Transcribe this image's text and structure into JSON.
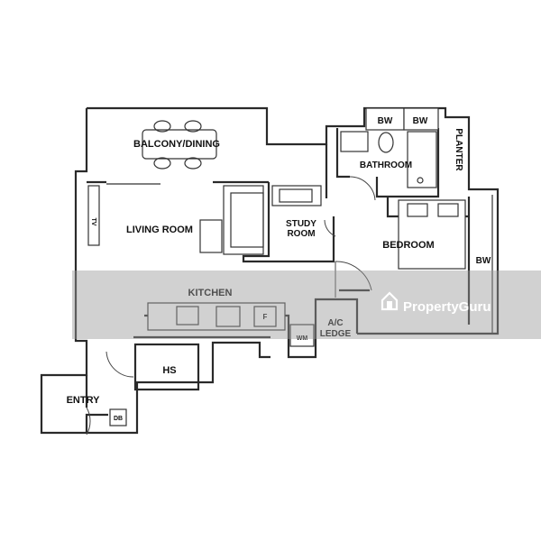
{
  "rooms": {
    "balcony": "BALCONY/DINING",
    "living": "LIVING ROOM",
    "study_line1": "STUDY",
    "study_line2": "ROOM",
    "kitchen": "KITCHEN",
    "bathroom": "BATHROOM",
    "bedroom": "BEDROOM",
    "planter": "PLANTER",
    "bw_1": "BW",
    "bw_2": "BW",
    "bw_3": "BW",
    "ac_line1": "A/C",
    "ac_line2": "LEDGE",
    "hs": "HS",
    "entry": "ENTRY"
  },
  "fixtures": {
    "tv": "TV",
    "fridge": "F",
    "washer": "WM",
    "db": "DB"
  },
  "watermark": {
    "brand": "PropertyGuru"
  },
  "colors": {
    "wall": "#2a2a2a",
    "watermark_band": "#9a9a9a",
    "watermark_text": "#ffffff"
  }
}
